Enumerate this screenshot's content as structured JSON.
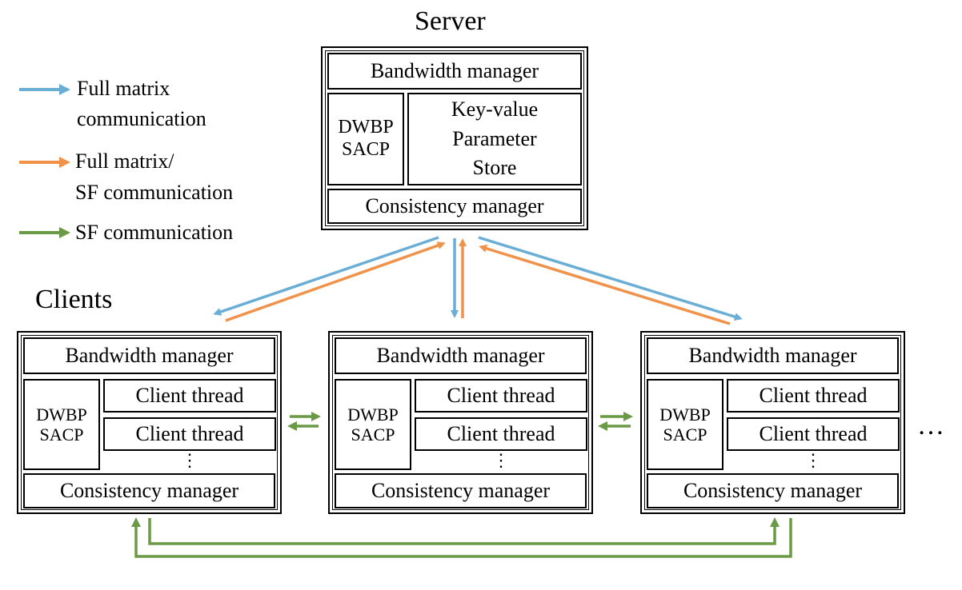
{
  "server": {
    "title": "Server",
    "bandwidth_manager": "Bandwidth manager",
    "dwbp": "DWBP",
    "sacp": "SACP",
    "store_lines": [
      "Key-value",
      "Parameter",
      "Store"
    ],
    "consistency_manager": "Consistency manager"
  },
  "clients": {
    "title": "Clients",
    "items": [
      {
        "bandwidth_manager": "Bandwidth manager",
        "dwbp": "DWBP",
        "sacp": "SACP",
        "threads": [
          "Client thread",
          "Client thread"
        ],
        "more": "⋮",
        "consistency_manager": "Consistency manager"
      },
      {
        "bandwidth_manager": "Bandwidth manager",
        "dwbp": "DWBP",
        "sacp": "SACP",
        "threads": [
          "Client thread",
          "Client thread"
        ],
        "more": "⋮",
        "consistency_manager": "Consistency manager"
      },
      {
        "bandwidth_manager": "Bandwidth manager",
        "dwbp": "DWBP",
        "sacp": "SACP",
        "threads": [
          "Client thread",
          "Client thread"
        ],
        "more": "⋮",
        "consistency_manager": "Consistency manager"
      }
    ],
    "ellipsis": "…"
  },
  "legend": {
    "items": [
      {
        "lines": [
          "Full matrix",
          "communication"
        ],
        "color": "#6aaed6"
      },
      {
        "lines": [
          "Full matrix/",
          "SF communication"
        ],
        "color": "#f0924a"
      },
      {
        "lines": [
          "SF communication"
        ],
        "color": "#6a9a45"
      }
    ]
  },
  "colors": {
    "blue": "#6aaed6",
    "orange": "#f0924a",
    "green": "#6a9a45"
  }
}
